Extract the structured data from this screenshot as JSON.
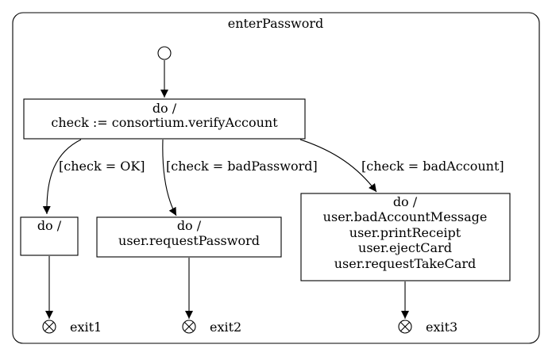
{
  "composite_state": {
    "name": "enterPassword"
  },
  "states": {
    "verify": {
      "lines": [
        "do /",
        "check := consortium.verifyAccount"
      ]
    },
    "ok_state": {
      "lines": [
        "do /"
      ]
    },
    "request_password": {
      "lines": [
        "do /",
        "user.requestPassword"
      ]
    },
    "bad_account": {
      "lines": [
        "do /",
        "user.badAccountMessage",
        "user.printReceipt",
        "user.ejectCard",
        "user.requestTakeCard"
      ]
    }
  },
  "transitions": {
    "ok": {
      "guard": "[check = OK]"
    },
    "bad_password": {
      "guard": "[check = badPassword]"
    },
    "bad_account": {
      "guard": "[check = badAccount]"
    }
  },
  "exit_points": {
    "exit1": {
      "label": "exit1"
    },
    "exit2": {
      "label": "exit2"
    },
    "exit3": {
      "label": "exit3"
    }
  },
  "colors": {
    "stroke": "#000000",
    "fill": "#ffffff"
  }
}
